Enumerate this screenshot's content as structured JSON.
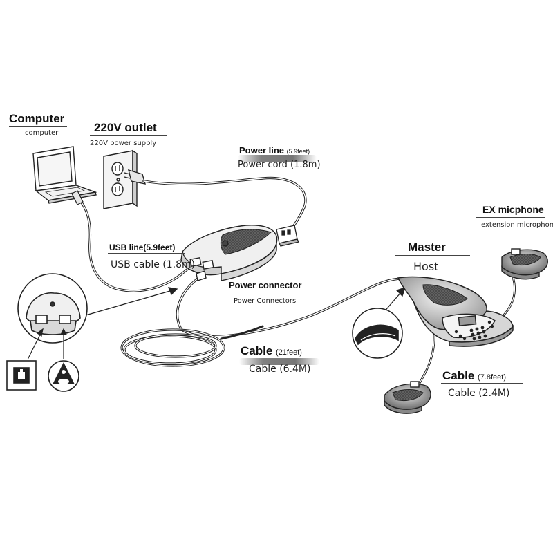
{
  "labels": {
    "computer_en": "Computer",
    "computer_cn": "computer",
    "outlet_en": "220V outlet",
    "outlet_cn": "220V power supply",
    "power_line_en": "Power line",
    "power_line_len": "(5.9feet)",
    "power_line_cn": "Power cord (1.8m)",
    "usb_line_en": "USB line(5.9feet)",
    "usb_line_cn": "USB cable (1.8m)",
    "power_connector_en": "Power connector",
    "power_connector_cn": "Power Connectors",
    "master_en": "Master",
    "master_cn": "Host",
    "ex_mic_en": "EX micphone",
    "ex_mic_cn": "extension microphone",
    "cable_main_en": "Cable",
    "cable_main_len": "(21feet)",
    "cable_main_cn": "Cable (6.4M)",
    "cable_mic_en": "Cable",
    "cable_mic_len": "(7.8feet)",
    "cable_mic_cn": "Cable (2.4M)"
  },
  "colors": {
    "line": "#222222",
    "fill_light": "#f2f2f2",
    "fill_mid": "#bdbdbd",
    "fill_dark": "#333333"
  }
}
